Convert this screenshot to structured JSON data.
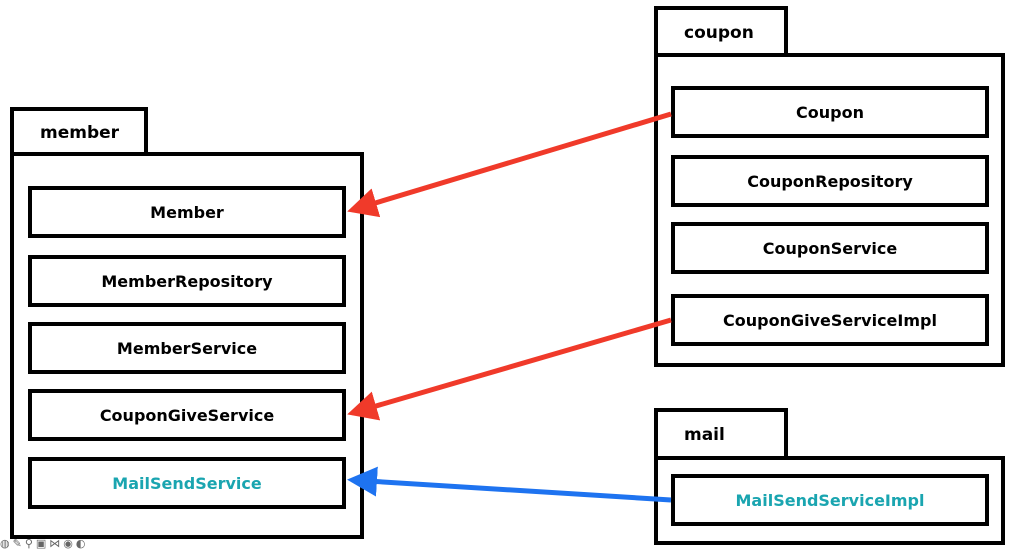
{
  "packages": {
    "member": {
      "label": "member",
      "classes": [
        "Member",
        "MemberRepository",
        "MemberService",
        "CouponGiveService",
        "MailSendService"
      ]
    },
    "coupon": {
      "label": "coupon",
      "classes": [
        "Coupon",
        "CouponRepository",
        "CouponService",
        "CouponGiveServiceImpl"
      ]
    },
    "mail": {
      "label": "mail",
      "classes": [
        "MailSendServiceImpl"
      ]
    }
  },
  "colors": {
    "arrow_red": "#f03a2a",
    "arrow_blue": "#1e73f0",
    "highlight_text": "#1aa5b0"
  },
  "toolbar_icons": [
    "globe-icon",
    "pencil-icon",
    "search-icon",
    "cc-icon",
    "network-icon",
    "chat-icon",
    "settings-icon"
  ]
}
